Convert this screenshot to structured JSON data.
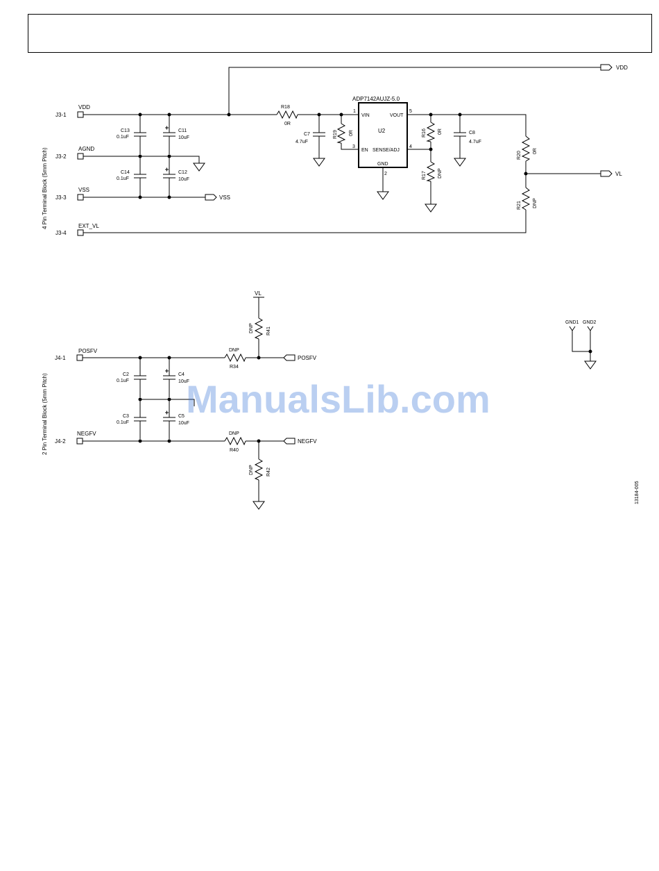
{
  "watermark": "ManualsLib.com",
  "figure_code": "13184-005",
  "block1": {
    "title": "4 Pin Terminal Block (5mm Pitch)",
    "pins": [
      "J3-1",
      "J3-2",
      "J3-3",
      "J3-4"
    ],
    "nets": [
      "VDD",
      "AGND",
      "VSS",
      "EXT_VL"
    ],
    "vdd_port": "VDD",
    "vss_port": "VSS",
    "vl_port": "VL",
    "c13": {
      "ref": "C13",
      "val": "0.1uF"
    },
    "c11": {
      "ref": "C11",
      "val": "10uF"
    },
    "c14": {
      "ref": "C14",
      "val": "0.1uF"
    },
    "c12": {
      "ref": "C12",
      "val": "10uF"
    },
    "r18": {
      "ref": "R18",
      "val": "0R"
    },
    "c7": {
      "ref": "C7",
      "val": "4.7uF"
    },
    "r19": {
      "ref": "R19",
      "val": "0R"
    },
    "u2": {
      "part": "ADP7142AUJZ-5.0",
      "ref": "U2",
      "vin": "VIN",
      "vout": "VOUT",
      "en": "EN",
      "sense": "SENSE/ADJ",
      "gnd": "GND",
      "pin1": "1",
      "pin2": "2",
      "pin3": "3",
      "pin4": "4",
      "pin5": "5"
    },
    "r16": {
      "ref": "R16",
      "val": "0R"
    },
    "r17": {
      "ref": "R17",
      "val": "DNP"
    },
    "c8": {
      "ref": "C8",
      "val": "4.7uF"
    },
    "r20": {
      "ref": "R20",
      "val": "0R"
    },
    "r21": {
      "ref": "R21",
      "val": "DNP"
    }
  },
  "block2": {
    "title": "2 Pin Terminal Block (5mm Pitch)",
    "pins": [
      "J4-1",
      "J4-2"
    ],
    "nets": [
      "POSFV",
      "NEGFV"
    ],
    "pos_port": "POSFV",
    "neg_port": "NEGFV",
    "vl_label": "VL",
    "c2": {
      "ref": "C2",
      "val": "0.1uF"
    },
    "c4": {
      "ref": "C4",
      "val": "10uF"
    },
    "c3": {
      "ref": "C3",
      "val": "0.1uF"
    },
    "c5": {
      "ref": "C5",
      "val": "10uF"
    },
    "r34": {
      "ref": "R34",
      "val": "DNP"
    },
    "r41": {
      "ref": "R41",
      "val": "DNP"
    },
    "r40": {
      "ref": "R40",
      "val": "DNP"
    },
    "r42": {
      "ref": "R42",
      "val": "DNP"
    }
  },
  "gnd_block": {
    "gnd1": "GND1",
    "gnd2": "GND2"
  }
}
